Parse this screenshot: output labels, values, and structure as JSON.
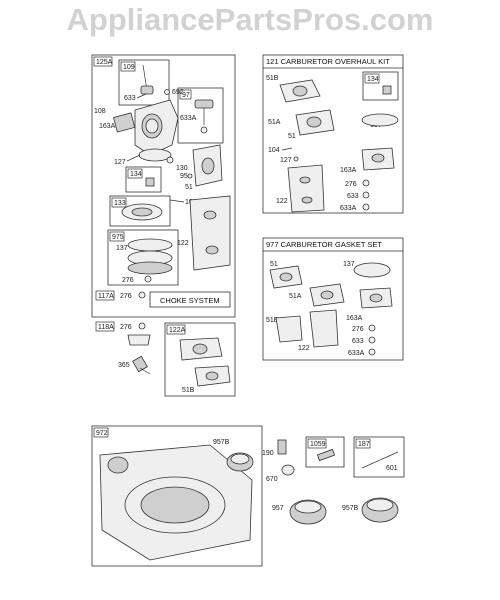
{
  "watermark": "AppliancePartsPros.com",
  "kit_titles": {
    "overhaul": "121 CARBURETOR OVERHAUL KIT",
    "gasket": "977 CARBURETOR GASKET SET",
    "choke": "CHOKE SYSTEM"
  },
  "labels": {
    "l125A": "125A",
    "l109": "109",
    "l633": "633",
    "l692": "692",
    "l97": "97",
    "l108": "108",
    "l163A": "163A",
    "l633A": "633A",
    "l127": "127",
    "l130": "130",
    "l95": "95",
    "l51": "51",
    "l134": "134",
    "l133": "133",
    "l104": "104",
    "l975": "975",
    "l137": "137",
    "l122": "122",
    "l276": "276",
    "l117A": "117A",
    "l276b": "276",
    "l118A": "118A",
    "l276c": "276",
    "l365": "365",
    "l122A": "122A",
    "l51B": "51B",
    "o51B": "51B",
    "o134": "134",
    "o51A": "51A",
    "o51": "51",
    "o137": "137",
    "o104": "104",
    "o127": "127",
    "o163A": "163A",
    "o276": "276",
    "o633": "633",
    "o122": "122",
    "o633A": "633A",
    "g51": "51",
    "g137": "137",
    "g51A": "51A",
    "g51B": "51B",
    "g163A": "163A",
    "g276": "276",
    "g122": "122",
    "g633": "633",
    "g633A": "633A",
    "b972": "972",
    "b957B": "957B",
    "b190": "190",
    "b1059": "1059",
    "b187": "187",
    "b670": "670",
    "b601": "601",
    "b957": "957",
    "b957B2": "957B"
  }
}
